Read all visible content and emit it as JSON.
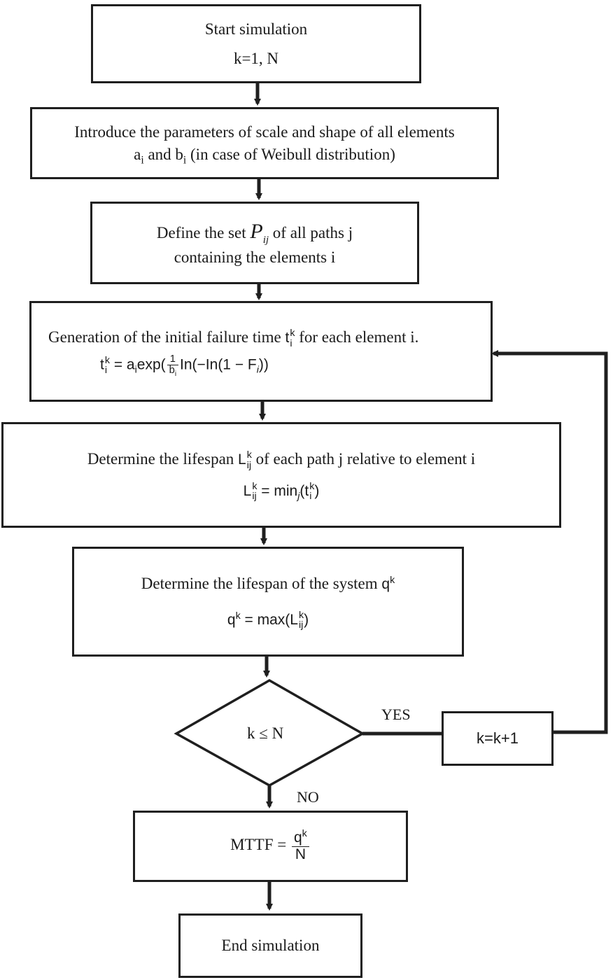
{
  "start": {
    "line1": "Start simulation",
    "line2": "k=1, N"
  },
  "params": {
    "line1": "Introduce the parameters of scale and shape of all elements",
    "a": "a",
    "a_sub": "i",
    "and": " and ",
    "b": "b",
    "b_sub": "i",
    "tail": " (in case of Weibull distribution)"
  },
  "paths": {
    "pre": "Define the set ",
    "P": "P",
    "P_sub": "ij",
    "post": " of all paths j",
    "line2": "containing the elements i"
  },
  "generation": {
    "pre": "Generation of the initial failure time ",
    "t": "t",
    "t_sup": "k",
    "t_sub": "i",
    "post": " for each element i.",
    "f_t": "t",
    "f_t_sup": "k",
    "f_t_sub": "i",
    "f_eq": " = ",
    "f_a": "a",
    "f_a_sub": "i",
    "f_exp": "exp(",
    "f_num": "1",
    "f_den": "b",
    "f_den_sub": "i",
    "f_in": "In(−In(1 − F",
    "f_F_sub": "i",
    "f_close": "))"
  },
  "lifespan_path": {
    "pre": "Determine the lifespan ",
    "L": "L",
    "L_sup": "k",
    "L_sub": "ij",
    "post": " of each path j relative to element i",
    "f_L": "L",
    "f_L_sup": "k",
    "f_L_sub": "ij",
    "f_eq": " = min",
    "f_min_sub": "j",
    "f_open": "(t",
    "f_t_sup": "k",
    "f_t_sub": "i",
    "f_close": ")"
  },
  "lifespan_system": {
    "pre": "Determine the lifespan of the system ",
    "q": "q",
    "q_sup": "k",
    "f_q": "q",
    "f_q_sup": "k",
    "f_eq": " = max(L",
    "f_L_sup": "k",
    "f_L_sub": "ij",
    "f_close": ")"
  },
  "decision": {
    "text": "k ≤ N",
    "yes": "YES",
    "no": "NO"
  },
  "increment": {
    "text": "k=k+1"
  },
  "mttf": {
    "pre": "MTTF = ",
    "num": "q",
    "num_sup": "k",
    "den": "N"
  },
  "end": {
    "text": "End simulation"
  },
  "colors": {
    "line": "#1f1f1f",
    "background": "#ffffff"
  }
}
